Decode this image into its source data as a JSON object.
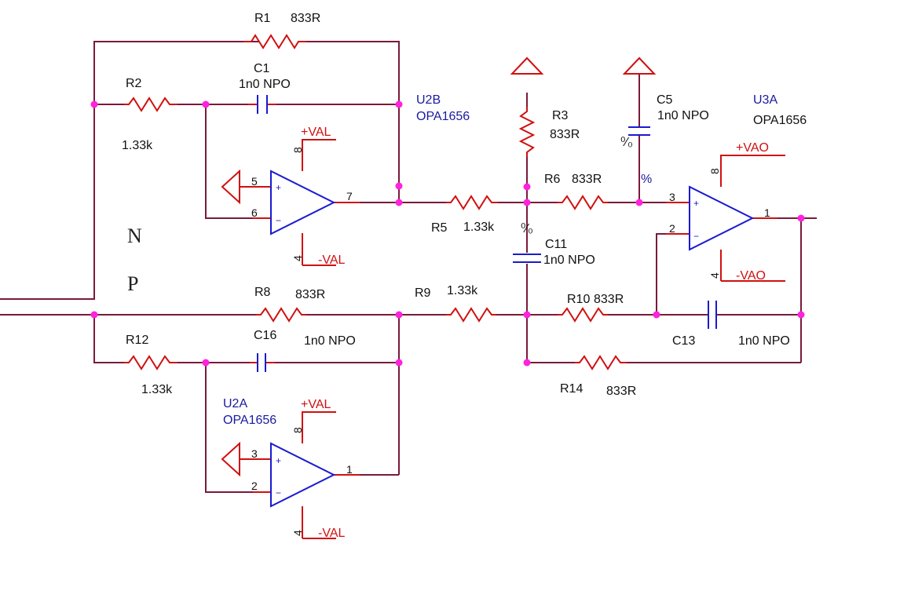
{
  "resistors": {
    "r1": {
      "ref": "R1",
      "value": "833R"
    },
    "r2": {
      "ref": "R2",
      "value": "1.33k"
    },
    "r3": {
      "ref": "R3",
      "value": "833R"
    },
    "r5": {
      "ref": "R5",
      "value": "1.33k"
    },
    "r6": {
      "ref": "R6",
      "value": "833R"
    },
    "r8": {
      "ref": "R8",
      "value": "833R"
    },
    "r9": {
      "ref": "R9",
      "value": "1.33k"
    },
    "r10": {
      "ref": "R10",
      "value": "833R"
    },
    "r12": {
      "ref": "R12",
      "value": "1.33k"
    },
    "r14": {
      "ref": "R14",
      "value": "833R"
    }
  },
  "capacitors": {
    "c1": {
      "ref": "C1",
      "value": "1n0 NPO"
    },
    "c5": {
      "ref": "C5",
      "value": "1n0 NPO"
    },
    "c11": {
      "ref": "C11",
      "value": "1n0 NPO"
    },
    "c13": {
      "ref": "C13",
      "value": "1n0 NPO"
    },
    "c16": {
      "ref": "C16",
      "value": "1n0 NPO"
    }
  },
  "opamps": {
    "u2b": {
      "ref": "U2B",
      "part": "OPA1656",
      "pin_noninv": "5",
      "pin_inv": "6",
      "pin_out": "7",
      "pin_vpos": "8",
      "pin_vneg": "4"
    },
    "u2a": {
      "ref": "U2A",
      "part": "OPA1656",
      "pin_noninv": "3",
      "pin_inv": "2",
      "pin_out": "1",
      "pin_vpos": "8",
      "pin_vneg": "4"
    },
    "u3a": {
      "ref": "U3A",
      "part": "OPA1656",
      "pin_noninv": "3",
      "pin_inv": "2",
      "pin_out": "1",
      "pin_vpos": "8",
      "pin_vneg": "4"
    }
  },
  "signs": {
    "plus": "+",
    "minus": "−"
  },
  "rails": {
    "val_pos": "+VAL",
    "val_neg": "-VAL",
    "vao_pos": "+VAO",
    "vao_neg": "-VAO"
  },
  "inputs": {
    "n": "N",
    "p": "P"
  },
  "marks": {
    "pct": "%",
    "small_pct": "⁰⁄₀"
  },
  "colors": {
    "wire": "#7a1a3a",
    "component": "#d01010",
    "opamp": "#1a1ad0",
    "junction": "#ff22dd"
  }
}
